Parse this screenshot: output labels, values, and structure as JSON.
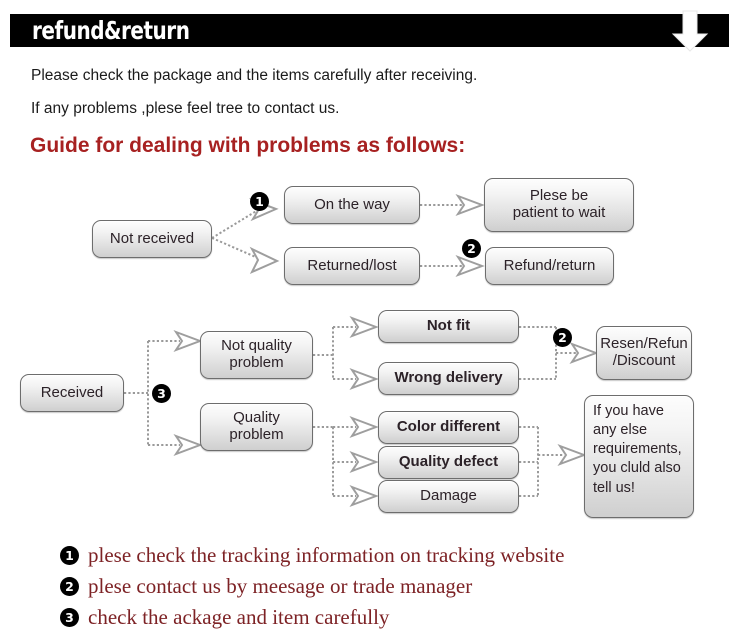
{
  "header": {
    "title": "refund&return",
    "arrow_icon": "down-arrow-icon"
  },
  "intro": {
    "line1": "Please check the package and the items carefully after receiving.",
    "line2": "If any problems ,plese feel tree to contact us."
  },
  "guide_heading": "Guide for dealing with problems as follows:",
  "colors": {
    "header_bg": "#000000",
    "header_text": "#ffffff",
    "heading_red": "#a72121",
    "note_red": "#7d2225",
    "node_border": "#6d6d6d",
    "node_text": "#2c2228",
    "connector": "#9a9a9a",
    "marker_bg": "#000000"
  },
  "flow": {
    "nodes": [
      {
        "id": "not-received",
        "label": "Not received"
      },
      {
        "id": "on-the-way",
        "label": "On the way"
      },
      {
        "id": "returned-lost",
        "label": "Returned/lost"
      },
      {
        "id": "please-be-patient",
        "label": "Plese be\npatient to wait"
      },
      {
        "id": "refund-return",
        "label": "Refund/return"
      },
      {
        "id": "received",
        "label": "Received"
      },
      {
        "id": "not-quality-problem",
        "label": "Not quality\nproblem"
      },
      {
        "id": "quality-problem",
        "label": "Quality\nproblem"
      },
      {
        "id": "not-fit",
        "label": "Not fit"
      },
      {
        "id": "wrong-delivery",
        "label": "Wrong delivery"
      },
      {
        "id": "color-different",
        "label": "Color different"
      },
      {
        "id": "quality-defect",
        "label": "Quality defect"
      },
      {
        "id": "damage",
        "label": "Damage"
      },
      {
        "id": "resend-refund-discount",
        "label": "Resen/Refun\n/Discount"
      },
      {
        "id": "if-you-have-requirements",
        "label": "If you have\nany else\nrequirements,\nyou cluld also\ntell us!"
      }
    ],
    "markers": [
      {
        "id": "marker-1-on-the-way",
        "value": "1"
      },
      {
        "id": "marker-2-refund-return",
        "value": "2"
      },
      {
        "id": "marker-3-received",
        "value": "3"
      },
      {
        "id": "marker-2-resend",
        "value": "2"
      }
    ]
  },
  "notes": [
    {
      "num": "1",
      "text": "plese check the tracking information on tracking website"
    },
    {
      "num": "2",
      "text": "plese contact us by meesage or trade manager"
    },
    {
      "num": "3",
      "text": "check the ackage and item carefully"
    }
  ]
}
